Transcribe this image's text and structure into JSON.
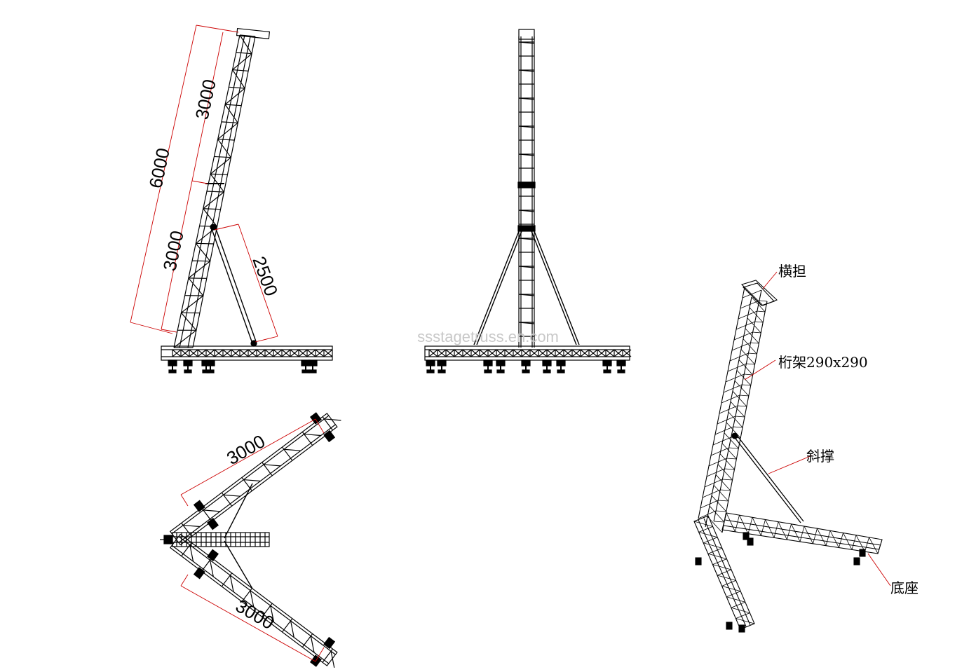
{
  "watermark": "ssstagetruss.en.com",
  "side_view": {
    "dim_total": "6000",
    "dim_upper": "3000",
    "dim_lower": "3000",
    "dim_brace": "2500"
  },
  "top_view": {
    "dim_upper_arm": "3000",
    "dim_lower_arm": "3000"
  },
  "iso_view": {
    "label_crossbar": "横担",
    "label_truss": "桁架290x290",
    "label_brace": "斜撑",
    "label_base": "底座"
  },
  "colors": {
    "line": "#000000",
    "dimension": "#cc0000",
    "watermark": "#c8c8c8"
  }
}
